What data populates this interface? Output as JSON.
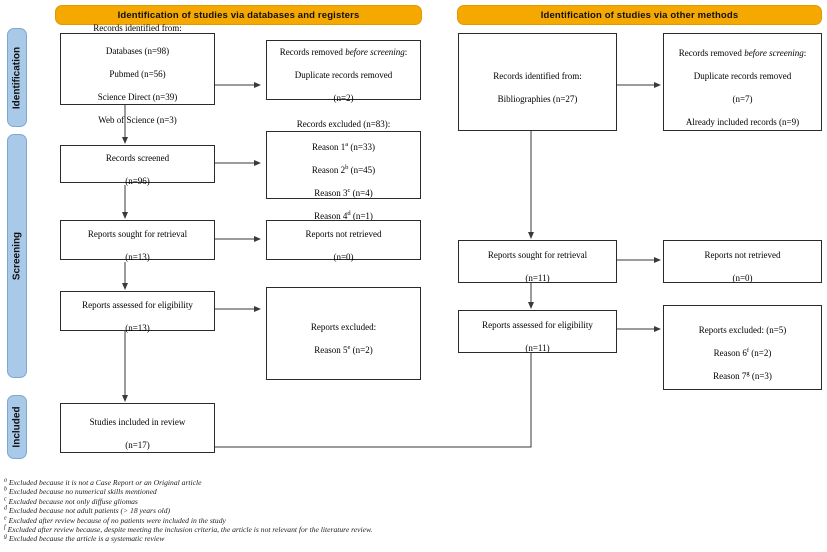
{
  "diagram": {
    "title": "PRISMA 2020 flow diagram",
    "colors": {
      "banner_fill": "#F5A800",
      "banner_stroke": "#E09A00",
      "phase_fill": "#A9C9E8",
      "phase_stroke": "#7FA8CF",
      "node_stroke": "#2b2b2b",
      "connector": "#3a3a3a",
      "page_background": "#FFFFFF"
    }
  },
  "banners": [
    {
      "id": "banner-databases",
      "label": "Identification of studies via databases and registers"
    },
    {
      "id": "banner-other",
      "label": "Identification of studies via other methods"
    }
  ],
  "phases": [
    {
      "id": "phase-identification",
      "label": "Identification"
    },
    {
      "id": "phase-screening",
      "label": "Screening"
    },
    {
      "id": "phase-included",
      "label": "Included"
    }
  ],
  "left_column": {
    "records_identified": {
      "title": "Records identified from:",
      "lines": [
        "Databases (n=98)",
        "Pubmed (n=56)",
        "Science Direct (n=39)",
        "Web of Science (n=3)"
      ]
    },
    "records_removed": {
      "lead": "Records removed ",
      "emphasis": "before screening",
      "lead_tail": ":",
      "lines": [
        "Duplicate records removed",
        "(n=2)"
      ]
    },
    "records_screened": {
      "lines": [
        "Records screened",
        "(n=96)"
      ]
    },
    "records_excluded": {
      "title": "Records excluded (n=83):",
      "reasons": [
        {
          "label": "Reason 1",
          "mark": "a",
          "count": "(n=33)"
        },
        {
          "label": "Reason 2",
          "mark": "b",
          "count": "(n=45)"
        },
        {
          "label": "Reason 3",
          "mark": "c",
          "count": "(n=4)"
        },
        {
          "label": "Reason 4",
          "mark": "d",
          "count": "(n=1)"
        }
      ]
    },
    "reports_sought": {
      "lines": [
        "Reports sought for retrieval",
        "(n=13)"
      ]
    },
    "reports_not_retrieved": {
      "lines": [
        "Reports not retrieved",
        "(n=0)"
      ]
    },
    "reports_assessed": {
      "lines": [
        "Reports assessed for eligibility",
        "(n=13)"
      ]
    },
    "reports_excluded": {
      "title": "Reports excluded:",
      "reasons": [
        {
          "label": "Reason 5",
          "mark": "e",
          "count": "(n=2)"
        }
      ]
    },
    "studies_included": {
      "lines": [
        "Studies included in review",
        "(n=17)"
      ]
    }
  },
  "right_column": {
    "records_identified": {
      "title": "Records identified from:",
      "lines": [
        "Bibliographies (n=27)"
      ]
    },
    "records_removed": {
      "lead": "Records removed ",
      "emphasis": "before screening",
      "lead_tail": ":",
      "lines": [
        "Duplicate records removed",
        "(n=7)",
        "Already included records (n=9)"
      ]
    },
    "reports_sought": {
      "lines": [
        "Reports sought for retrieval",
        "(n=11)"
      ]
    },
    "reports_not_retrieved": {
      "lines": [
        "Reports not retrieved",
        "(n=0)"
      ]
    },
    "reports_assessed": {
      "lines": [
        "Reports assessed for eligibility",
        "(n=11)"
      ]
    },
    "reports_excluded": {
      "title": "Reports excluded: (n=5)",
      "reasons": [
        {
          "label": "Reason 6",
          "mark": "f",
          "count": "(n=2)"
        },
        {
          "label": "Reason 7",
          "mark": "g",
          "count": "(n=3)"
        }
      ]
    }
  },
  "footnotes": [
    {
      "mark": "a",
      "text": "Excluded because it is not a Case Report or an Original article"
    },
    {
      "mark": "b",
      "text": "Excluded because no numerical skills mentioned"
    },
    {
      "mark": "c",
      "text": "Excluded because not only diffuse gliomas"
    },
    {
      "mark": "d",
      "text": "Excluded because not adult patients (> 18 years old)"
    },
    {
      "mark": "e",
      "text": "Excluded after review because of no patients were included in the study"
    },
    {
      "mark": "f",
      "text": "Excluded after review because, despite meeting the inclusion criteria, the article is not relevant for the literature review."
    },
    {
      "mark": "g",
      "text": "Excluded because the article is a systematic review"
    }
  ]
}
